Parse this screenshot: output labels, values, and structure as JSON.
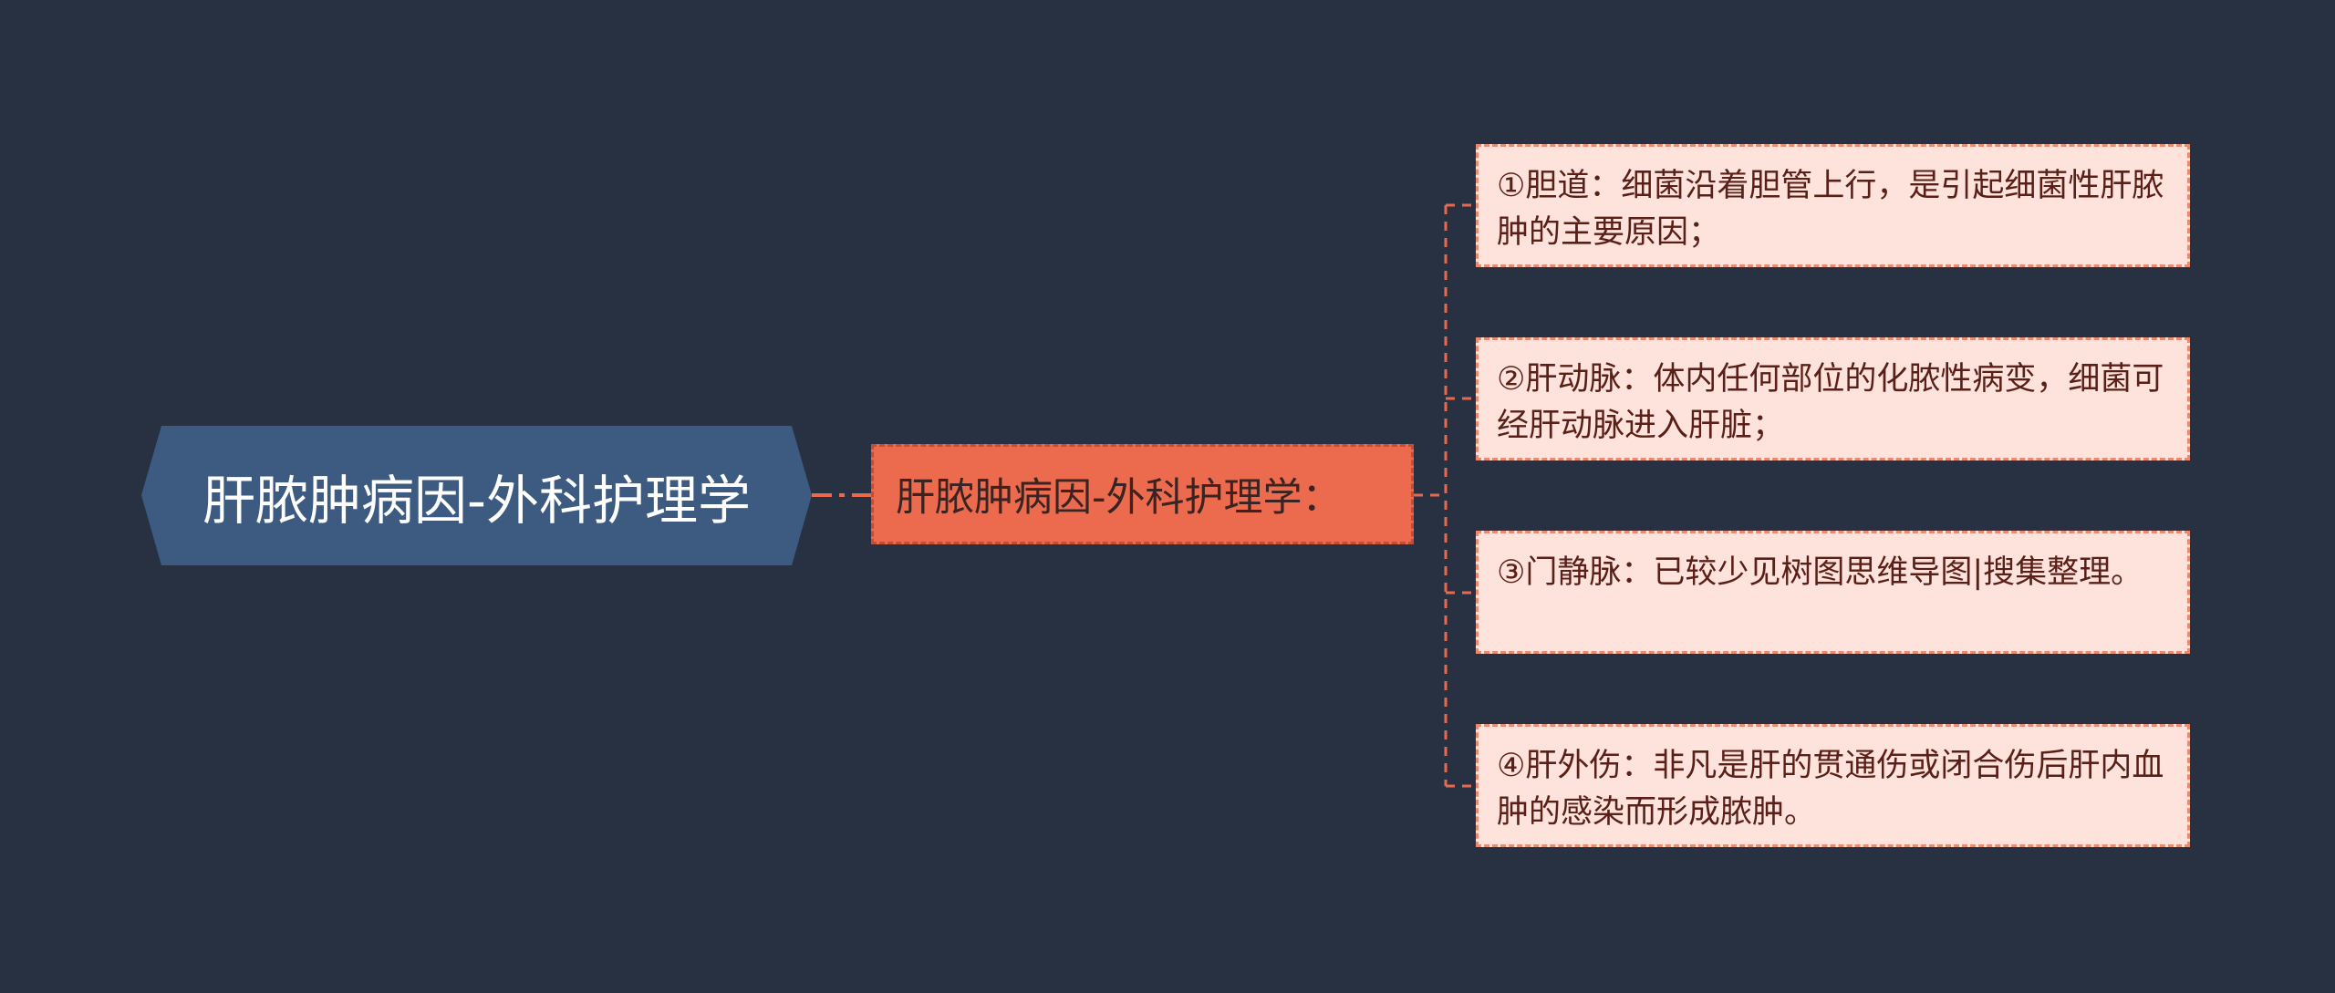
{
  "root": {
    "label": "肝脓肿病因-外科护理学"
  },
  "branch": {
    "label": "肝脓肿病因-外科护理学："
  },
  "leaves": [
    {
      "text": "①胆道：细菌沿着胆管上行，是引起细菌性肝脓肿的主要原因；"
    },
    {
      "text": "②肝动脉：体内任何部位的化脓性病变，细菌可经肝动脉进入肝脏；"
    },
    {
      "text": "③门静脉：已较少见树图思维导图|搜集整理。"
    },
    {
      "text": "④肝外伤：非凡是肝的贯通伤或闭合伤后肝内血肿的感染而形成脓肿。"
    }
  ],
  "colors": {
    "background": "#283142",
    "root_fill": "#3d5a80",
    "branch_fill": "#ec6b4f",
    "leaf_fill": "#fde3dc",
    "connector": "#e8694c"
  }
}
